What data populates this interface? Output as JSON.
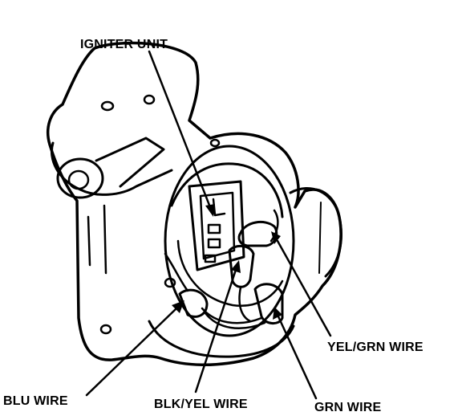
{
  "labels": {
    "igniter_unit": "IGNITER UNIT",
    "yel_grn_wire": "YEL/GRN WIRE",
    "blu_wire": "BLU WIRE",
    "blk_yel_wire": "BLK/YEL WIRE",
    "grn_wire": "GRN WIRE"
  },
  "colors": {
    "ink": "#000000",
    "paper": "#ffffff"
  }
}
